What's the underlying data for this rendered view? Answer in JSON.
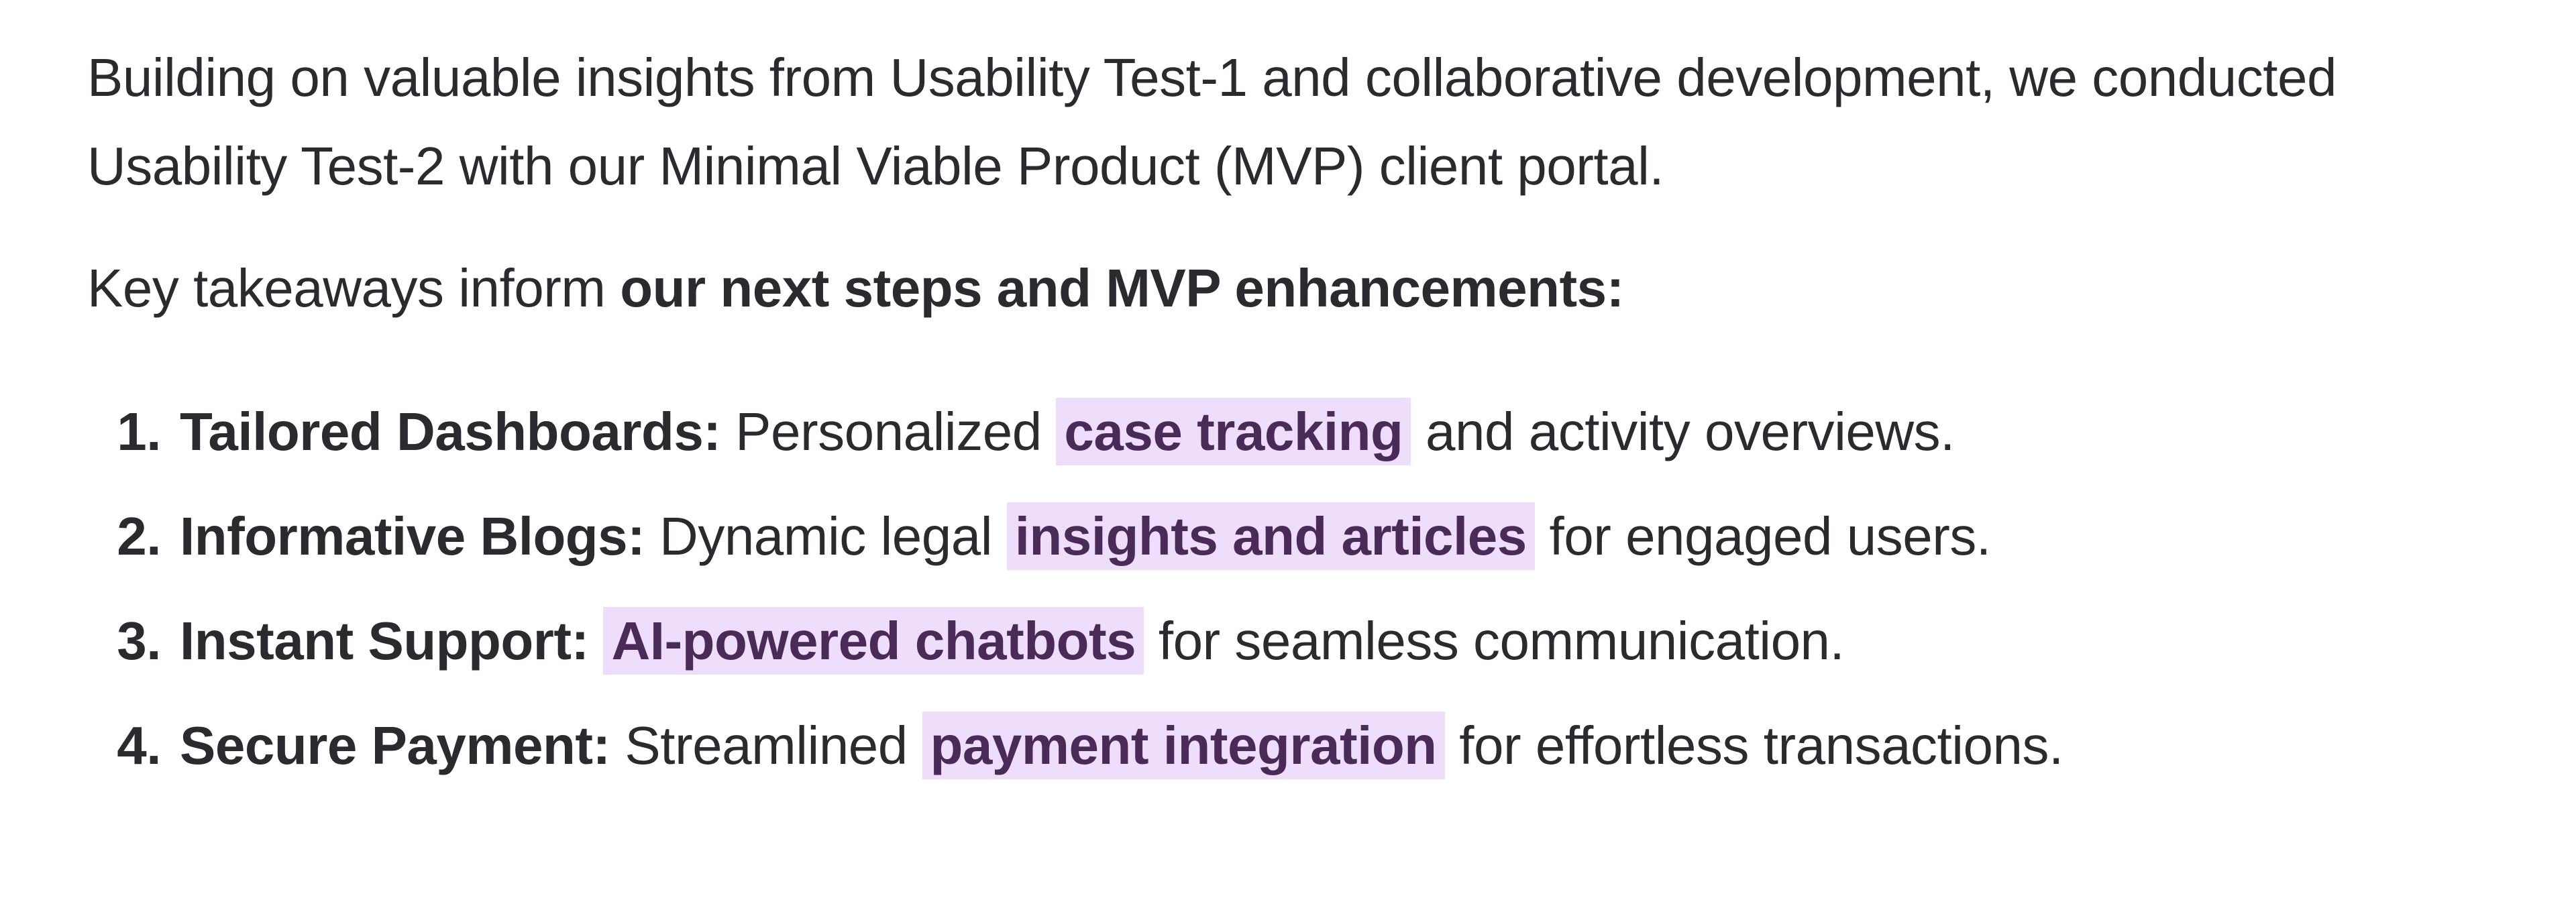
{
  "intro": {
    "text": "Building on valuable insights from Usability Test-1 and collaborative development, we conducted Usability Test-2 with our Minimal Viable Product (MVP) client portal."
  },
  "takeaways": {
    "lead": "Key takeaways inform ",
    "lead_bold": "our next steps and MVP enhancements:"
  },
  "items": [
    {
      "number": "1.",
      "title": "Tailored Dashboards:",
      "pre": " Personalized ",
      "highlight": "case tracking",
      "post": " and activity overviews."
    },
    {
      "number": "2.",
      "title": "Informative Blogs:",
      "pre": " Dynamic legal ",
      "highlight": "insights and articles",
      "post": " for engaged users."
    },
    {
      "number": "3.",
      "title": "Instant Support:",
      "pre": " ",
      "highlight": "AI-powered chatbots",
      "post": " for seamless communication."
    },
    {
      "number": "4.",
      "title": "Secure Payment:",
      "pre": " Streamlined ",
      "highlight": "payment integration",
      "post": " for effortless transactions."
    }
  ],
  "colors": {
    "text": "#2d2a2f",
    "highlight_bg": "#efdefb",
    "highlight_text": "#4a2b57"
  }
}
